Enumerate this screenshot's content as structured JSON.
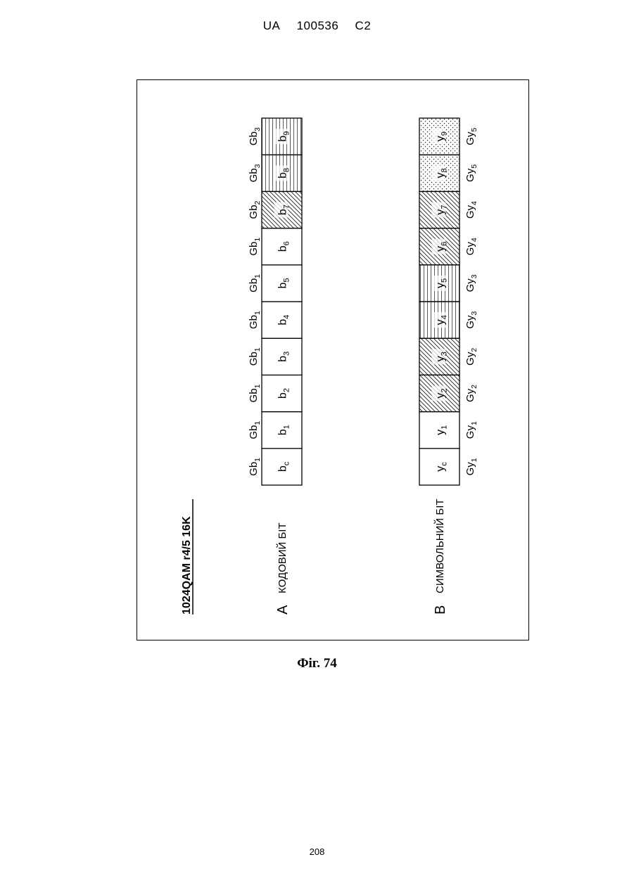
{
  "header": {
    "country": "UA",
    "number": "100536",
    "kind": "C2"
  },
  "figure": {
    "title": "1024QAM r4/5 16K",
    "section_a": {
      "letter": "A",
      "label": "КОДОВИЙ БІТ",
      "cells": [
        {
          "text": "b",
          "sub": "c",
          "group": "Gb",
          "gsub": "1",
          "fill": "none"
        },
        {
          "text": "b",
          "sub": "1",
          "group": "Gb",
          "gsub": "1",
          "fill": "none"
        },
        {
          "text": "b",
          "sub": "2",
          "group": "Gb",
          "gsub": "1",
          "fill": "none"
        },
        {
          "text": "b",
          "sub": "3",
          "group": "Gb",
          "gsub": "1",
          "fill": "none"
        },
        {
          "text": "b",
          "sub": "4",
          "group": "Gb",
          "gsub": "1",
          "fill": "none"
        },
        {
          "text": "b",
          "sub": "5",
          "group": "Gb",
          "gsub": "1",
          "fill": "none"
        },
        {
          "text": "b",
          "sub": "6",
          "group": "Gb",
          "gsub": "1",
          "fill": "none"
        },
        {
          "text": "b",
          "sub": "7",
          "group": "Gb",
          "gsub": "2",
          "fill": "diag"
        },
        {
          "text": "b",
          "sub": "8",
          "group": "Gb",
          "gsub": "3",
          "fill": "lines"
        },
        {
          "text": "b",
          "sub": "9",
          "group": "Gb",
          "gsub": "3",
          "fill": "lines"
        }
      ]
    },
    "section_b": {
      "letter": "B",
      "label": "СИМВОЛЬНИЙ БІТ",
      "cells": [
        {
          "text": "y",
          "sub": "c",
          "group": "Gy",
          "gsub": "1",
          "fill": "none"
        },
        {
          "text": "y",
          "sub": "1",
          "group": "Gy",
          "gsub": "1",
          "fill": "none"
        },
        {
          "text": "y",
          "sub": "2",
          "group": "Gy",
          "gsub": "2",
          "fill": "diag"
        },
        {
          "text": "y",
          "sub": "3",
          "group": "Gy",
          "gsub": "2",
          "fill": "diag"
        },
        {
          "text": "y",
          "sub": "4",
          "group": "Gy",
          "gsub": "3",
          "fill": "lines"
        },
        {
          "text": "y",
          "sub": "5",
          "group": "Gy",
          "gsub": "3",
          "fill": "lines"
        },
        {
          "text": "y",
          "sub": "6",
          "group": "Gy",
          "gsub": "4",
          "fill": "diag"
        },
        {
          "text": "y",
          "sub": "7",
          "group": "Gy",
          "gsub": "4",
          "fill": "diag"
        },
        {
          "text": "y",
          "sub": "8",
          "group": "Gy",
          "gsub": "5",
          "fill": "dots"
        },
        {
          "text": "y",
          "sub": "9",
          "group": "Gy",
          "gsub": "5",
          "fill": "dots"
        }
      ]
    }
  },
  "caption": "Фіг. 74",
  "page_number": "208"
}
